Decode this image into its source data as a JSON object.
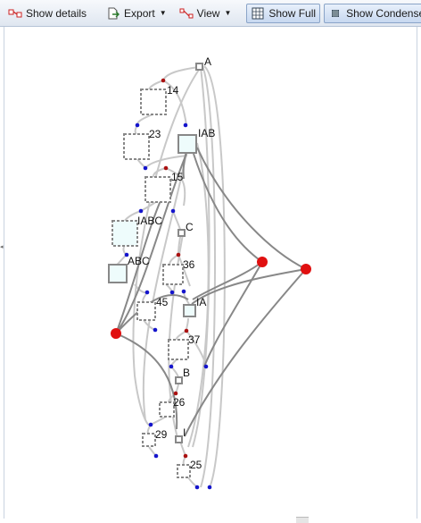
{
  "toolbar": {
    "show_details": "Show details",
    "export": "Export",
    "view": "View",
    "show_full": "Show Full",
    "show_condensed": "Show Condensed"
  },
  "icons": {
    "show_details": "graph-details-icon",
    "export": "export-document-icon",
    "view": "view-graph-icon",
    "show_full": "grid-icon",
    "show_condensed": "condensed-grid-icon"
  },
  "colors": {
    "event_node": "#e01010",
    "junction_red": "#aa1111",
    "junction_blue": "#1414cc",
    "curve_light": "#c8c8c8",
    "curve_dark": "#888888",
    "node_fill": "#eefcfc"
  },
  "graph": {
    "nodes": [
      {
        "id": "A",
        "label": "A"
      },
      {
        "id": "14",
        "label": "14"
      },
      {
        "id": "IAB",
        "label": "IAB"
      },
      {
        "id": "23",
        "label": "23"
      },
      {
        "id": "15",
        "label": "15"
      },
      {
        "id": "IABC",
        "label": "IABC"
      },
      {
        "id": "C",
        "label": "C"
      },
      {
        "id": "ABC",
        "label": "ABC"
      },
      {
        "id": "36",
        "label": "36"
      },
      {
        "id": "45",
        "label": "45"
      },
      {
        "id": "IA",
        "label": "IA"
      },
      {
        "id": "37",
        "label": "37"
      },
      {
        "id": "B",
        "label": "B"
      },
      {
        "id": "26",
        "label": "26"
      },
      {
        "id": "29",
        "label": "29"
      },
      {
        "id": "I",
        "label": "I"
      },
      {
        "id": "25",
        "label": "25"
      }
    ]
  }
}
